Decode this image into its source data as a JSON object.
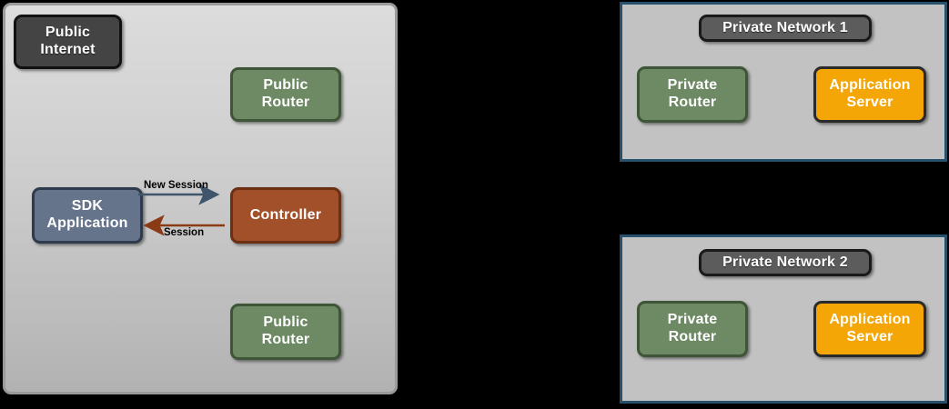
{
  "diagram": {
    "type": "network-architecture",
    "background_color": "#000000",
    "public_zone": {
      "name": "public-zone-panel",
      "panel_fill_top": "#dcdcdc",
      "panel_fill_bottom": "#b2b2b2",
      "panel_border": "#9a9a9a",
      "nodes": [
        {
          "id": "public-internet",
          "label": "Public\nInternet",
          "style": "dark",
          "color": "#444444"
        },
        {
          "id": "public-router-top",
          "label": "Public\nRouter",
          "style": "green",
          "color": "#6d8a64"
        },
        {
          "id": "sdk-application",
          "label": "SDK\nApplication",
          "style": "blue",
          "color": "#65748a"
        },
        {
          "id": "controller",
          "label": "Controller",
          "style": "brown",
          "color": "#a1502a"
        },
        {
          "id": "public-router-bottom",
          "label": "Public\nRouter",
          "style": "green",
          "color": "#6d8a64"
        }
      ],
      "edges": [
        {
          "id": "new-session-edge",
          "label": "New Session",
          "from": "sdk-application",
          "to": "controller",
          "color": "#3e556b",
          "direction": "right"
        },
        {
          "id": "session-edge",
          "label": "Session",
          "from": "controller",
          "to": "sdk-application",
          "color": "#8a3a14",
          "direction": "left"
        }
      ]
    },
    "private_networks": [
      {
        "id": "private-network-1",
        "title": "Private Network 1",
        "border_color": "#27506c",
        "fill_color": "#c2c2c2",
        "nodes": [
          {
            "id": "private-router-1",
            "label": "Private\nRouter",
            "style": "green",
            "color": "#6d8a64"
          },
          {
            "id": "application-server-1",
            "label": "Application\nServer",
            "style": "orange",
            "color": "#f3a606"
          }
        ]
      },
      {
        "id": "private-network-2",
        "title": "Private Network 2",
        "border_color": "#27506c",
        "fill_color": "#c2c2c2",
        "nodes": [
          {
            "id": "private-router-2",
            "label": "Private\nRouter",
            "style": "green",
            "color": "#6d8a64"
          },
          {
            "id": "application-server-2",
            "label": "Application\nServer",
            "style": "orange",
            "color": "#f3a606"
          }
        ]
      }
    ]
  }
}
